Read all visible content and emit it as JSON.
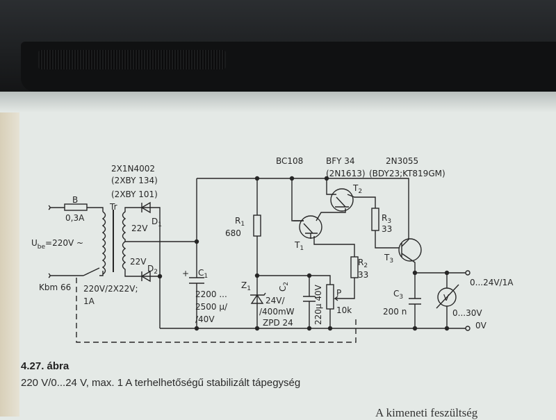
{
  "diagram": {
    "diodes_label": [
      "2X1N4002",
      "(2XBY 134)",
      "(2XBY 101)"
    ],
    "fuse": {
      "name": "B",
      "rating": "0,3A"
    },
    "transformer": {
      "name": "Tr",
      "secondary_upper": "22V",
      "secondary_lower": "22V",
      "rating_line1": "220V/2X22V;",
      "rating_line2": "1A"
    },
    "input_voltage": "U",
    "input_voltage_sub": "be",
    "input_voltage_value": "=220V ~",
    "switch": "Kbm 66",
    "d1": "D",
    "d1_sub": "1",
    "d2": "D",
    "d2_sub": "2",
    "c1": {
      "name": "C",
      "sub": "1",
      "value_lines": [
        "2200 ...",
        "2500 µ/",
        "/40V"
      ]
    },
    "r1": {
      "name": "R",
      "sub": "1",
      "value": "680"
    },
    "z1": {
      "name": "Z",
      "sub": "1",
      "value_lines": [
        "24V/",
        "/400mW",
        "ZPD 24"
      ]
    },
    "c2": {
      "name": "C",
      "sub": "2",
      "value": "220µ 40V"
    },
    "pot": {
      "name": "P",
      "value": "10k"
    },
    "r2": {
      "name": "R",
      "sub": "2",
      "value": "33"
    },
    "r3": {
      "name": "R",
      "sub": "3",
      "value": "33"
    },
    "t1": {
      "name": "T",
      "sub": "1",
      "type": "BC108"
    },
    "t2": {
      "name": "T",
      "sub": "2",
      "type": "BFY 34",
      "alt": "(2N1613)"
    },
    "t3": {
      "name": "T",
      "sub": "3",
      "type": "2N3055",
      "alt": "(BDY23;KT819GM)"
    },
    "c3": {
      "name": "C",
      "sub": "3",
      "value": "200 n"
    },
    "meter": {
      "symbol": "V",
      "range": "0...30V"
    },
    "output": {
      "positive": "0...24V/1A",
      "ground": "0V"
    }
  },
  "caption": {
    "title": "4.27. ábra",
    "text": "220 V/0...24 V, max. 1 A terhelhetőségű stabilizált tápegység"
  },
  "body_text_fragment": "A kimeneti feszültség"
}
